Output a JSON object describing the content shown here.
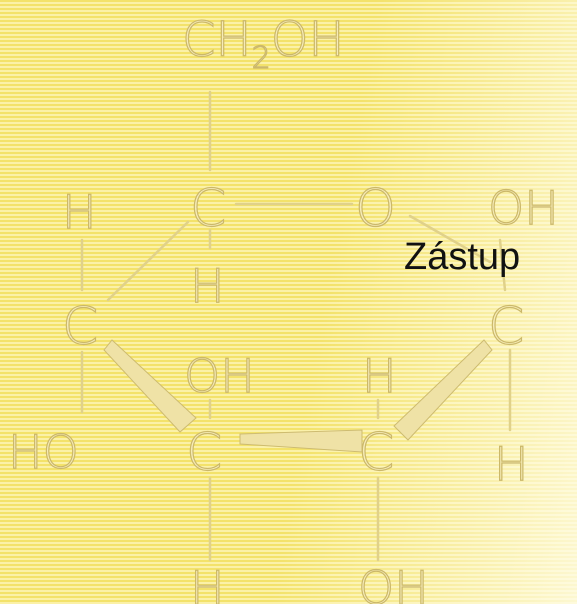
{
  "caption": "Zástup",
  "structure": {
    "top_group": "CH",
    "top_group_subscript": "2",
    "top_group_tail": "OH",
    "ring_oxygen": "O",
    "carbon": "C",
    "hydrogen": "H",
    "hydroxyl": "OH",
    "hydroxyl_left": "HO"
  },
  "colors": {
    "background": "#f7eb86",
    "stripe": "#f3e26a",
    "label_outline": "#cbb86a",
    "caption_text": "#111111"
  }
}
